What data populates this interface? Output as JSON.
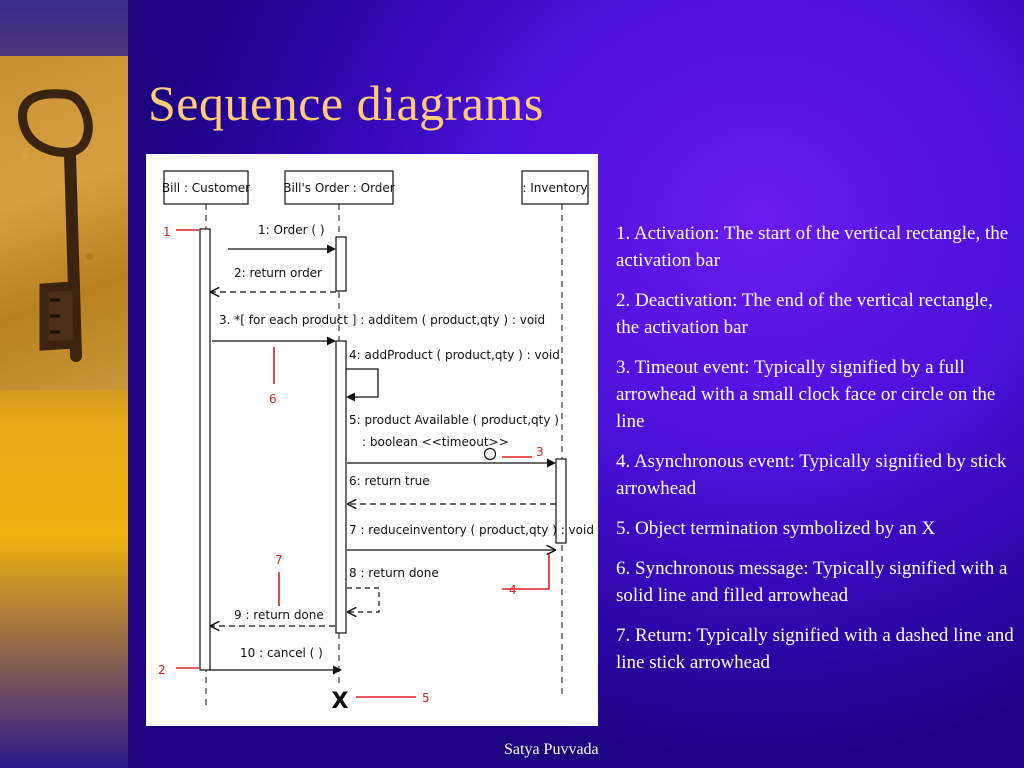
{
  "slide": {
    "title": "Sequence diagrams",
    "footer": "Satya Puvvada",
    "notes": [
      "1. Activation: The start of the vertical rectangle, the activation bar",
      "2. Deactivation: The end of the vertical rectangle, the activation bar",
      "3. Timeout event: Typically signified by a full arrowhead with a small clock face or circle on the line",
      "4. Asynchronous event: Typically signified by stick arrowhead",
      "5. Object termination symbolized by an X",
      "6. Synchronous message: Typically signified with a solid line and filled arrowhead",
      "7. Return: Typically signified with a dashed line and line stick arrowhead"
    ]
  },
  "diagram": {
    "participants": [
      "Bill : Customer",
      "Bill's Order : Order",
      ": Inventory"
    ],
    "messages": [
      "1: Order ( )",
      "2: return order",
      "3. *[ for each product ] : additem ( product,qty ) : void",
      "4: addProduct ( product,qty ) : void",
      "5: product Available ( product,qty )",
      ": boolean <<timeout>>",
      "6: return true",
      "7 : reduceinventory ( product,qty ) : void",
      "8 : return done",
      "9 : return done",
      "10 : cancel ( )"
    ],
    "callouts": [
      "1",
      "2",
      "3",
      "4",
      "5",
      "6",
      "7"
    ],
    "termination_mark": "X"
  },
  "colors": {
    "title": "#ffcc77",
    "annotation_red": "#e02020",
    "background": "#4a10d8"
  },
  "decoration": {
    "photo": "key-icon"
  }
}
